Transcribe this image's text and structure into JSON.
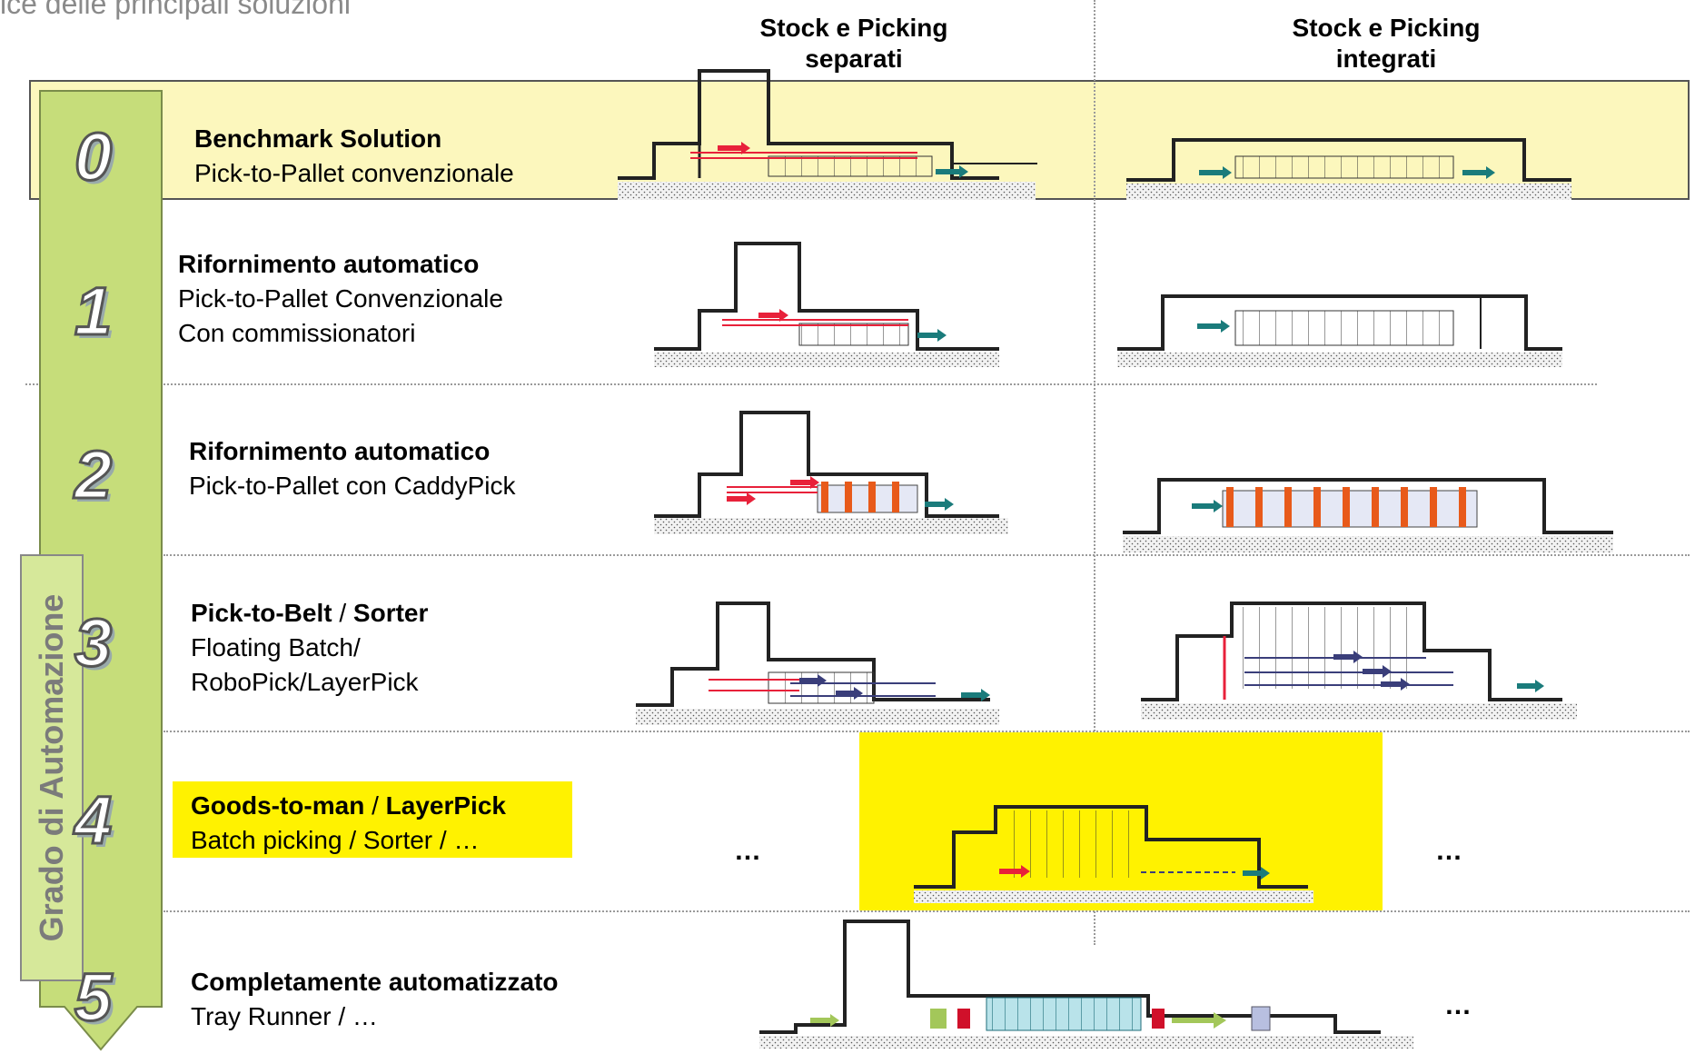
{
  "page": {
    "title": "ice delle principali soluzioni"
  },
  "columns": [
    {
      "line1": "Stock e Picking",
      "line2": "separati"
    },
    {
      "line1": "Stock e Picking",
      "line2": "integrati"
    }
  ],
  "axis": {
    "label": "Grado di Automazione",
    "color": "#c6dd7a"
  },
  "rows": [
    {
      "level": "0",
      "title": "Benchmark Solution",
      "lines": [
        "Pick-to-Pallet convenzionale"
      ]
    },
    {
      "level": "1",
      "title": "Rifornimento automatico",
      "lines": [
        "Pick-to-Pallet Convenzionale",
        "Con commissionatori"
      ]
    },
    {
      "level": "2",
      "title": "Rifornimento automatico",
      "lines": [
        "Pick-to-Pallet  con CaddyPick"
      ]
    },
    {
      "level": "3",
      "title_a": "Pick-to-Belt",
      "title_sep": " / ",
      "title_b": "Sorter",
      "lines": [
        "Floating Batch/",
        "RoboPick/LayerPick"
      ]
    },
    {
      "level": "4",
      "title_a": "Goods-to-man",
      "title_sep": " / ",
      "title_b": "LayerPick",
      "lines": [
        "Batch picking / Sorter / …"
      ]
    },
    {
      "level": "5",
      "title": "Completamente automatizzato",
      "lines": [
        "Tray Runner / …"
      ]
    }
  ],
  "ellipses": {
    "row4_left": "…",
    "row4_right": "…",
    "row5_right": "…"
  },
  "colors": {
    "highlight": "#fff200",
    "row0_bg": "#fcf7bd",
    "red_arrow": "#e8213a",
    "teal_arrow": "#1a7b7b",
    "navy_arrow": "#3a3e7a"
  }
}
